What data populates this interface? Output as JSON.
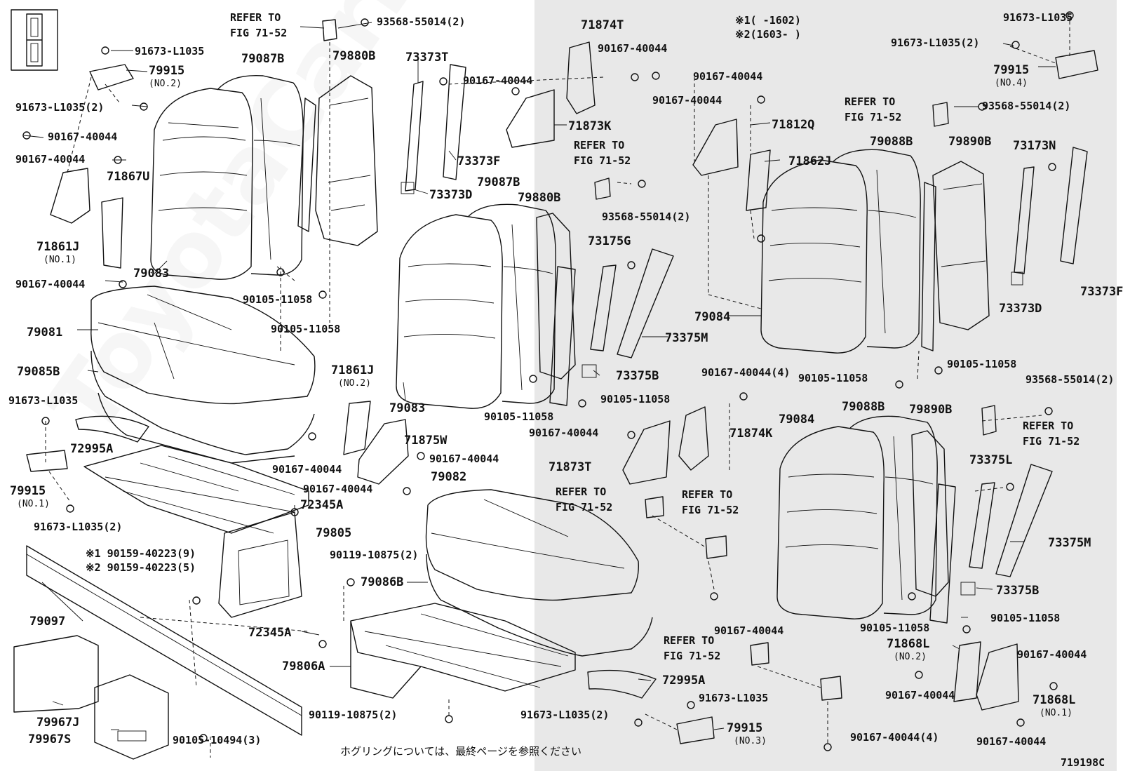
{
  "diagram": {
    "figure_code": "719198C",
    "watermark": "ToyotaCarPart.ru",
    "note_jp": "ホグリングについては、最終ページを参照ください",
    "date_notes": [
      "※1(      -1602)",
      "※2(1603-      )"
    ],
    "labels": [
      {
        "id": "refer-a",
        "text": "REFER TO",
        "cls": ""
      },
      {
        "id": "refer-a2",
        "text": "FIG 71-52",
        "cls": ""
      },
      {
        "id": "p93568a",
        "text": "93568-55014(2)",
        "cls": ""
      },
      {
        "id": "p91673a",
        "text": "91673-L1035",
        "cls": ""
      },
      {
        "id": "p79915a",
        "text": "79915",
        "cls": "num"
      },
      {
        "id": "p79915a-no",
        "text": "(NO.2)",
        "cls": "sm"
      },
      {
        "id": "p91673b",
        "text": "91673-L1035(2)",
        "cls": ""
      },
      {
        "id": "p79087b1",
        "text": "79087B",
        "cls": "num"
      },
      {
        "id": "p79880b1",
        "text": "79880B",
        "cls": "num"
      },
      {
        "id": "p73373t",
        "text": "73373T",
        "cls": "num"
      },
      {
        "id": "p90167a",
        "text": "90167-40044",
        "cls": ""
      },
      {
        "id": "p71874t",
        "text": "71874T",
        "cls": "num"
      },
      {
        "id": "p90167b",
        "text": "90167-40044",
        "cls": ""
      },
      {
        "id": "p90167c",
        "text": "90167-40044",
        "cls": ""
      },
      {
        "id": "p90167d",
        "text": "90167-40044",
        "cls": ""
      },
      {
        "id": "p90167e",
        "text": "90167-40044",
        "cls": ""
      },
      {
        "id": "p71867u",
        "text": "71867U",
        "cls": "num"
      },
      {
        "id": "p71873k",
        "text": "71873K",
        "cls": "num"
      },
      {
        "id": "p73373f1",
        "text": "73373F",
        "cls": "num"
      },
      {
        "id": "p73373d1",
        "text": "73373D",
        "cls": "num"
      },
      {
        "id": "p79087b2",
        "text": "79087B",
        "cls": "num"
      },
      {
        "id": "p79880b2",
        "text": "79880B",
        "cls": "num"
      },
      {
        "id": "refer-b",
        "text": "REFER TO",
        "cls": ""
      },
      {
        "id": "refer-b2",
        "text": "FIG 71-52",
        "cls": ""
      },
      {
        "id": "p93568b",
        "text": "93568-55014(2)",
        "cls": ""
      },
      {
        "id": "p71861j1",
        "text": "71861J",
        "cls": "num"
      },
      {
        "id": "p71861j1-no",
        "text": "(NO.1)",
        "cls": "sm"
      },
      {
        "id": "p79083a",
        "text": "79083",
        "cls": "num"
      },
      {
        "id": "p90167f",
        "text": "90167-40044",
        "cls": ""
      },
      {
        "id": "p90105a",
        "text": "90105-11058",
        "cls": ""
      },
      {
        "id": "p90105b",
        "text": "90105-11058",
        "cls": ""
      },
      {
        "id": "p79081",
        "text": "79081",
        "cls": "num"
      },
      {
        "id": "p79085b",
        "text": "79085B",
        "cls": "num"
      },
      {
        "id": "p91673c",
        "text": "91673-L1035",
        "cls": ""
      },
      {
        "id": "p72995a1",
        "text": "72995A",
        "cls": "num"
      },
      {
        "id": "p79915b",
        "text": "79915",
        "cls": "num"
      },
      {
        "id": "p79915b-no",
        "text": "(NO.1)",
        "cls": "sm"
      },
      {
        "id": "p91673d",
        "text": "91673-L1035(2)",
        "cls": ""
      },
      {
        "id": "p71861j2",
        "text": "71861J",
        "cls": "num"
      },
      {
        "id": "p71861j2-no",
        "text": "(NO.2)",
        "cls": "sm"
      },
      {
        "id": "p71875w",
        "text": "71875W",
        "cls": "num"
      },
      {
        "id": "p90167g",
        "text": "90167-40044",
        "cls": ""
      },
      {
        "id": "p90167h",
        "text": "90167-40044",
        "cls": ""
      },
      {
        "id": "p90167i",
        "text": "90167-40044",
        "cls": ""
      },
      {
        "id": "p79083b",
        "text": "79083",
        "cls": "num"
      },
      {
        "id": "p79082",
        "text": "79082",
        "cls": "num"
      },
      {
        "id": "p72345a1",
        "text": "72345A",
        "cls": "num"
      },
      {
        "id": "p79805",
        "text": "79805",
        "cls": "num"
      },
      {
        "id": "p90119a",
        "text": "90119-10875(2)",
        "cls": ""
      },
      {
        "id": "p90159a",
        "text": "※1 90159-40223(9)",
        "cls": ""
      },
      {
        "id": "p90159b",
        "text": "※2 90159-40223(5)",
        "cls": ""
      },
      {
        "id": "p79086b",
        "text": "79086B",
        "cls": "num"
      },
      {
        "id": "p79097",
        "text": "79097",
        "cls": "num"
      },
      {
        "id": "p72345a2",
        "text": "72345A",
        "cls": "num"
      },
      {
        "id": "p79806a",
        "text": "79806A",
        "cls": "num"
      },
      {
        "id": "p72995a2",
        "text": "72995A",
        "cls": "num"
      },
      {
        "id": "p79967j",
        "text": "79967J",
        "cls": "num"
      },
      {
        "id": "p79967s",
        "text": "79967S",
        "cls": "num"
      },
      {
        "id": "p90105c",
        "text": "90105-10494(3)",
        "cls": ""
      },
      {
        "id": "p90119b",
        "text": "90119-10875(2)",
        "cls": ""
      },
      {
        "id": "p91673e",
        "text": "91673-L1035(2)",
        "cls": ""
      },
      {
        "id": "p73175g",
        "text": "73175G",
        "cls": "num"
      },
      {
        "id": "p73375m1",
        "text": "73375M",
        "cls": "num"
      },
      {
        "id": "p73375b1",
        "text": "73375B",
        "cls": "num"
      },
      {
        "id": "p90105d",
        "text": "90105-11058",
        "cls": ""
      },
      {
        "id": "p90105e",
        "text": "90105-11058",
        "cls": ""
      },
      {
        "id": "p90167j",
        "text": "90167-40044",
        "cls": ""
      },
      {
        "id": "p71873t",
        "text": "71873T",
        "cls": "num"
      },
      {
        "id": "refer-c",
        "text": "REFER TO",
        "cls": ""
      },
      {
        "id": "refer-c2",
        "text": "FIG 71-52",
        "cls": ""
      },
      {
        "id": "p90167k",
        "text": "90167-40044",
        "cls": ""
      },
      {
        "id": "p71874k",
        "text": "71874K",
        "cls": "num"
      },
      {
        "id": "refer-d",
        "text": "REFER TO",
        "cls": ""
      },
      {
        "id": "refer-d2",
        "text": "FIG 71-52",
        "cls": ""
      },
      {
        "id": "p90167l",
        "text": "90167-40044(4)",
        "cls": ""
      },
      {
        "id": "refer-e",
        "text": "REFER TO",
        "cls": ""
      },
      {
        "id": "refer-e2",
        "text": "FIG 71-52",
        "cls": ""
      },
      {
        "id": "p91673f",
        "text": "91673-L1035",
        "cls": ""
      },
      {
        "id": "p79915c",
        "text": "79915",
        "cls": "num"
      },
      {
        "id": "p79915c-no",
        "text": "(NO.3)",
        "cls": "sm"
      },
      {
        "id": "p71812q",
        "text": "71812Q",
        "cls": "num"
      },
      {
        "id": "p71862j",
        "text": "71862J",
        "cls": "num"
      },
      {
        "id": "p90167m",
        "text": "90167-40044",
        "cls": ""
      },
      {
        "id": "p79084a",
        "text": "79084",
        "cls": "num"
      },
      {
        "id": "p79088b1",
        "text": "79088B",
        "cls": "num"
      },
      {
        "id": "p79890b1",
        "text": "79890B",
        "cls": "num"
      },
      {
        "id": "p73173n",
        "text": "73173N",
        "cls": "num"
      },
      {
        "id": "p73373f2",
        "text": "73373F",
        "cls": "num"
      },
      {
        "id": "p73373d2",
        "text": "73373D",
        "cls": "num"
      },
      {
        "id": "p91673g",
        "text": "91673-L1035",
        "cls": ""
      },
      {
        "id": "p91673h",
        "text": "91673-L1035(2)",
        "cls": ""
      },
      {
        "id": "p79915d",
        "text": "79915",
        "cls": "num"
      },
      {
        "id": "p79915d-no",
        "text": "(NO.4)",
        "cls": "sm"
      },
      {
        "id": "refer-f",
        "text": "REFER TO",
        "cls": ""
      },
      {
        "id": "refer-f2",
        "text": "FIG 71-52",
        "cls": ""
      },
      {
        "id": "p93568c",
        "text": "93568-55014(2)",
        "cls": ""
      },
      {
        "id": "p90105f",
        "text": "90105-11058",
        "cls": ""
      },
      {
        "id": "p90105g",
        "text": "90105-11058",
        "cls": ""
      },
      {
        "id": "p93568d",
        "text": "93568-55014(2)",
        "cls": ""
      },
      {
        "id": "p79084b",
        "text": "79084",
        "cls": "num"
      },
      {
        "id": "p79088b2",
        "text": "79088B",
        "cls": "num"
      },
      {
        "id": "p79890b2",
        "text": "79890B",
        "cls": "num"
      },
      {
        "id": "refer-g",
        "text": "REFER TO",
        "cls": ""
      },
      {
        "id": "refer-g2",
        "text": "FIG 71-52",
        "cls": ""
      },
      {
        "id": "p73375l",
        "text": "73375L",
        "cls": "num"
      },
      {
        "id": "p73375m2",
        "text": "73375M",
        "cls": "num"
      },
      {
        "id": "p73375b2",
        "text": "73375B",
        "cls": "num"
      },
      {
        "id": "p90105h",
        "text": "90105-11058",
        "cls": ""
      },
      {
        "id": "p90105i",
        "text": "90105-11058",
        "cls": ""
      },
      {
        "id": "p71868l1",
        "text": "71868L",
        "cls": "num"
      },
      {
        "id": "p71868l1-no",
        "text": "(NO.2)",
        "cls": "sm"
      },
      {
        "id": "p90167n",
        "text": "90167-40044",
        "cls": ""
      },
      {
        "id": "p90167o",
        "text": "90167-40044",
        "cls": ""
      },
      {
        "id": "p71868l2",
        "text": "71868L",
        "cls": "num"
      },
      {
        "id": "p71868l2-no",
        "text": "(NO.1)",
        "cls": "sm"
      },
      {
        "id": "p90167p",
        "text": "90167-40044",
        "cls": ""
      },
      {
        "id": "p90167q",
        "text": "90167-40044(4)",
        "cls": ""
      }
    ]
  }
}
